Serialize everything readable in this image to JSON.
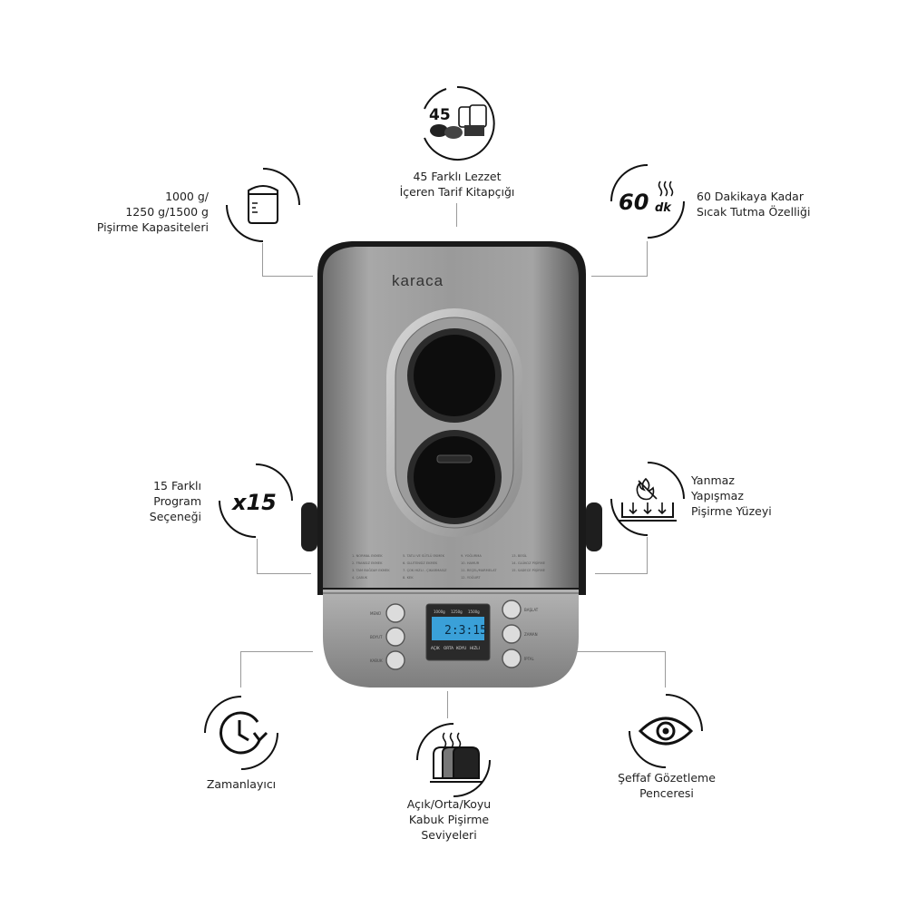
{
  "features": {
    "top": {
      "number": "45",
      "line1": "45 Farklı Lezzet",
      "line2": "İçeren Tarif Kitapçığı",
      "icon": "bread-book-icon"
    },
    "top_left": {
      "line1": "1000 g/",
      "line2": "1250 g/1500 g",
      "line3": "Pişirme Kapasiteleri",
      "icon": "bread-pan-icon"
    },
    "top_right": {
      "number": "60",
      "unit": "dk",
      "line1": "60 Dakikaya Kadar",
      "line2": "Sıcak Tutma Özelliği",
      "icon": "keep-warm-icon"
    },
    "mid_left": {
      "mark": "x15",
      "line1": "15 Farklı",
      "line2": "Program",
      "line3": "Seçeneği",
      "icon": "program-count-icon"
    },
    "mid_right": {
      "line1": "Yanmaz",
      "line2": "Yapışmaz",
      "line3": "Pişirme Yüzeyi",
      "icon": "nonstick-surface-icon"
    },
    "bottom_left": {
      "line1": "Zamanlayıcı",
      "icon": "timer-clock-icon"
    },
    "bottom_center": {
      "line1": "Açık/Orta/Koyu",
      "line2": "Kabuk Pişirme",
      "line3": "Seviyeleri",
      "icon": "crust-level-icon"
    },
    "bottom_right": {
      "line1": "Şeffaf Gözetleme",
      "line2": "Penceresi",
      "icon": "eye-window-icon"
    }
  },
  "machine": {
    "brand": "karaca",
    "display": {
      "time": "2:3:15",
      "weights": [
        "1000g",
        "1250g",
        "1500g"
      ],
      "crust": [
        "AÇIK",
        "ORTA",
        "KOYU",
        "HIZLI"
      ]
    },
    "colors": {
      "body": "#9a9a9a",
      "body_dark": "#5e5e5e",
      "window": "#0d0d0d",
      "lcd": "#3aa0d8"
    }
  }
}
